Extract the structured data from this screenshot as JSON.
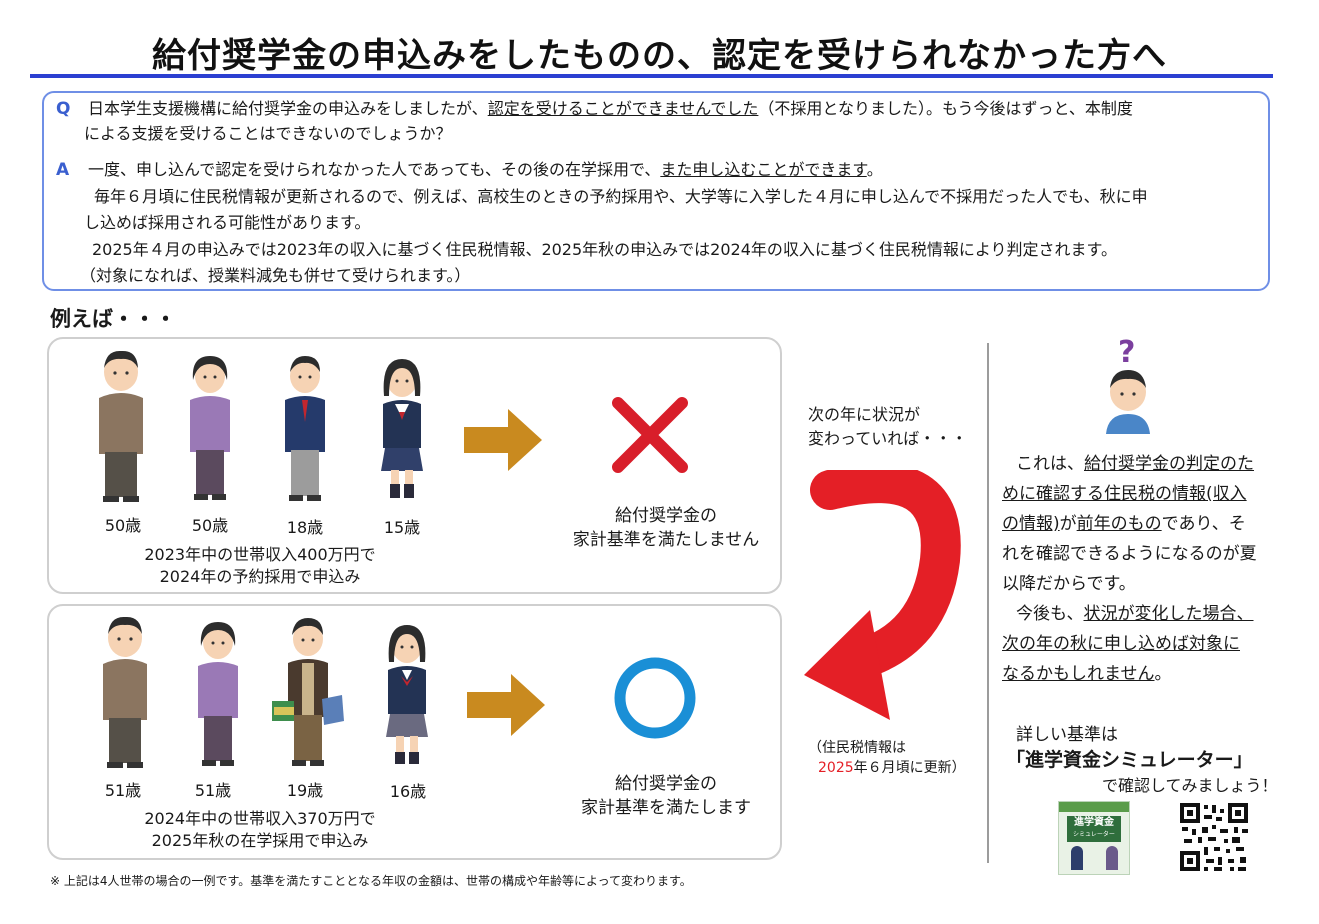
{
  "title": "給付奨学金の申込みをしたものの、認定を受けられなかった方へ",
  "qa": {
    "q_mark": "Q",
    "q_line1_a": "日本学生支援機構に給付奨学金の申込みをしましたが、",
    "q_line1_u": "認定を受けることができませんでした",
    "q_line1_b": "（不採用となりました）。もう今後はずっと、本制度",
    "q_line2": "による支援を受けることはできないのでしょうか？",
    "a_mark": "A",
    "a_line1_a": "一度、申し込んで認定を受けられなかった人であっても、その後の在学採用で、",
    "a_line1_u": "また申し込むことができます",
    "a_line1_b": "。",
    "a_line2": "毎年６月頃に住民税情報が更新されるので、例えば、高校生のときの予約採用や、大学等に入学した４月に申し込んで不採用だった人でも、秋に申",
    "a_line3": "し込めば採用される可能性があります。",
    "a_line4": "2025年４月の申込みでは2023年の収入に基づく住民税情報、2025年秋の申込みでは2024年の収入に基づく住民税情報により判定されます。",
    "a_line5": "（対象になれば、授業料減免も併せて受けられます。）"
  },
  "example_label": "例えば・・・",
  "case1": {
    "ages": [
      "50歳",
      "50歳",
      "18歳",
      "15歳"
    ],
    "desc_line1": "2023年中の世帯収入400万円で",
    "desc_line2": "2024年の予約採用で申込み",
    "result_line1": "給付奨学金の",
    "result_line2": "家計基準を満たしません"
  },
  "case2": {
    "ages": [
      "51歳",
      "51歳",
      "19歳",
      "16歳"
    ],
    "desc_line1": "2024年中の世帯収入370万円で",
    "desc_line2": "2025年秋の在学採用で申込み",
    "result_line1": "給付奨学金の",
    "result_line2": "家計基準を満たします"
  },
  "middle": {
    "change_line1": "次の年に状況が",
    "change_line2": "変わっていれば・・・",
    "update_line1": "（住民税情報は",
    "update_year": "2025",
    "update_line2_rest": "年６月頃に更新）"
  },
  "right": {
    "p1_l1_a": "これは、",
    "p1_l1_u": "給付奨学金の判定のた",
    "p1_l2_u": "めに確認する住民税の情報(収入",
    "p1_l3_u": "の情報)",
    "p1_l3_a": "が",
    "p1_l3_u2": "前年のもの",
    "p1_l3_b": "であり、そ",
    "p1_l4": "れを確認できるようになるのが夏",
    "p1_l5": "以降だからです。",
    "p2_l1_a": "今後も、",
    "p2_l1_u": "状況が変化した場合、",
    "p2_l2_u": "次の年の秋に申し込めば対象に",
    "p2_l3_u": "なるかもしれません",
    "p2_l3_a": "。",
    "detail_line1": "詳しい基準は",
    "detail_line2": "「進学資金シミュレーター」",
    "detail_line3": "で確認してみましょう！",
    "booklet_title": "進学資金",
    "booklet_sub": "シミュレーター"
  },
  "footnote": "※ 上記は4人世帯の場合の一例です。基準を満たすこととなる年収の金額は、世帯の構成や年齢等によって変わります。",
  "colors": {
    "accent_blue": "#2b3fd1",
    "box_border": "#6f8fe6",
    "cross_red": "#d81e2a",
    "circle_blue": "#1a8fd6",
    "arrow_orange": "#c98a1f",
    "curve_red": "#e41f26"
  }
}
